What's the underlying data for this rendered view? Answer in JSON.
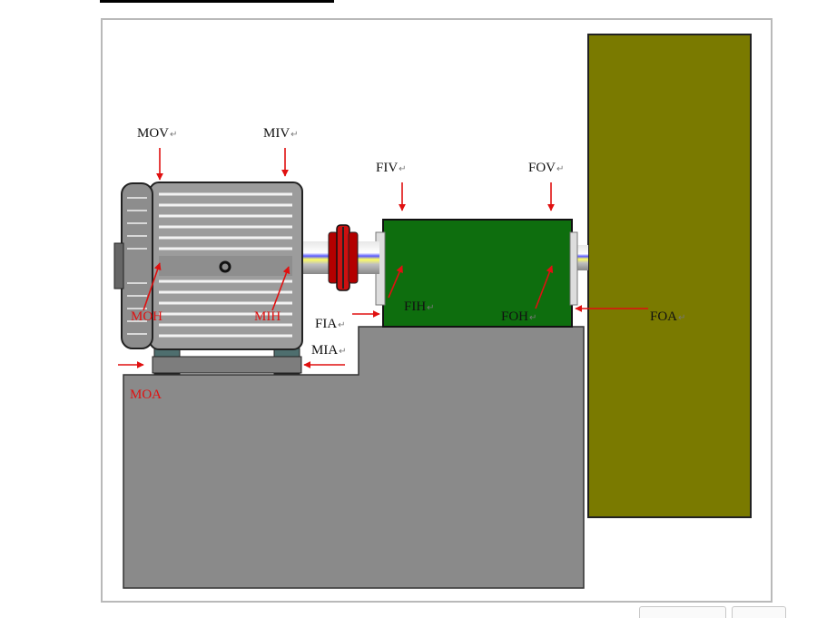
{
  "labels": {
    "mov": "MOV",
    "miv": "MIV",
    "fiv": "FIV",
    "fov": "FOV",
    "moh": "MOH",
    "mih": "MIH",
    "fia": "FIA",
    "mia": "MIA",
    "fih": "FIH",
    "foh": "FOH",
    "foa": "FOA",
    "moa": "MOA",
    "paragraph_mark": "↵"
  },
  "colors": {
    "base": "#8a8a8a",
    "wall": "#7a7a00",
    "gearbox": "#0e6e0e",
    "motor": "#9c9c9c",
    "arrow": "#e01010",
    "coupling": "#c00000"
  },
  "icons": [
    "motor-icon",
    "coupling-icon",
    "gearbox-icon",
    "shaft-icon",
    "arrow-icon"
  ]
}
